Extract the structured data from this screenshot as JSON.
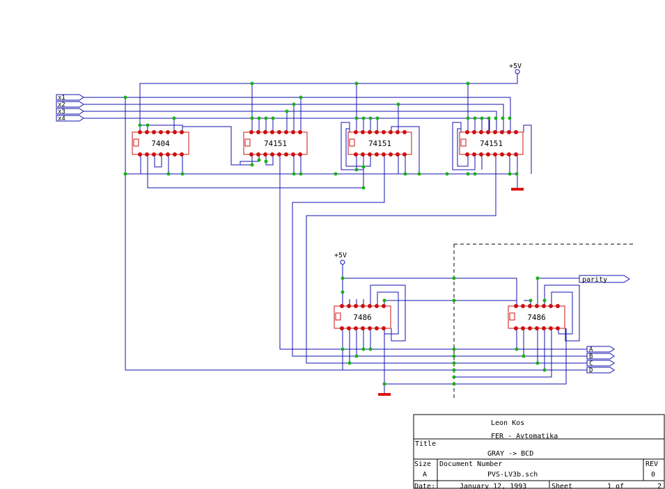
{
  "colors": {
    "wire": "#1010b0",
    "chip": "#cc1010",
    "junction": "#18b018",
    "ground": "#dd1010",
    "text": "#000000",
    "background": "#ffffff"
  },
  "inputs": [
    "x1",
    "x2",
    "x3",
    "x4"
  ],
  "outputs": [
    "A",
    "B",
    "C",
    "D"
  ],
  "parity_label": "parity",
  "power_labels": [
    "+5V",
    "+5V"
  ],
  "chips": [
    "7404",
    "74151",
    "74151",
    "74151",
    "7486",
    "7486"
  ],
  "title_block": {
    "author": "Leon Kos",
    "organization": "FER - Avtomatika",
    "title_label": "Title",
    "title": "GRAY -> BCD",
    "size_label": "Size",
    "size": "A",
    "docnum_label": "Document Number",
    "docnum": "PVS-LV3b.sch",
    "rev_label": "REV",
    "rev": "0",
    "date_label": "Date:",
    "date": "January 12, 1993",
    "sheet_label": "Sheet",
    "sheet_value": "1 of",
    "sheet_total": "2"
  }
}
